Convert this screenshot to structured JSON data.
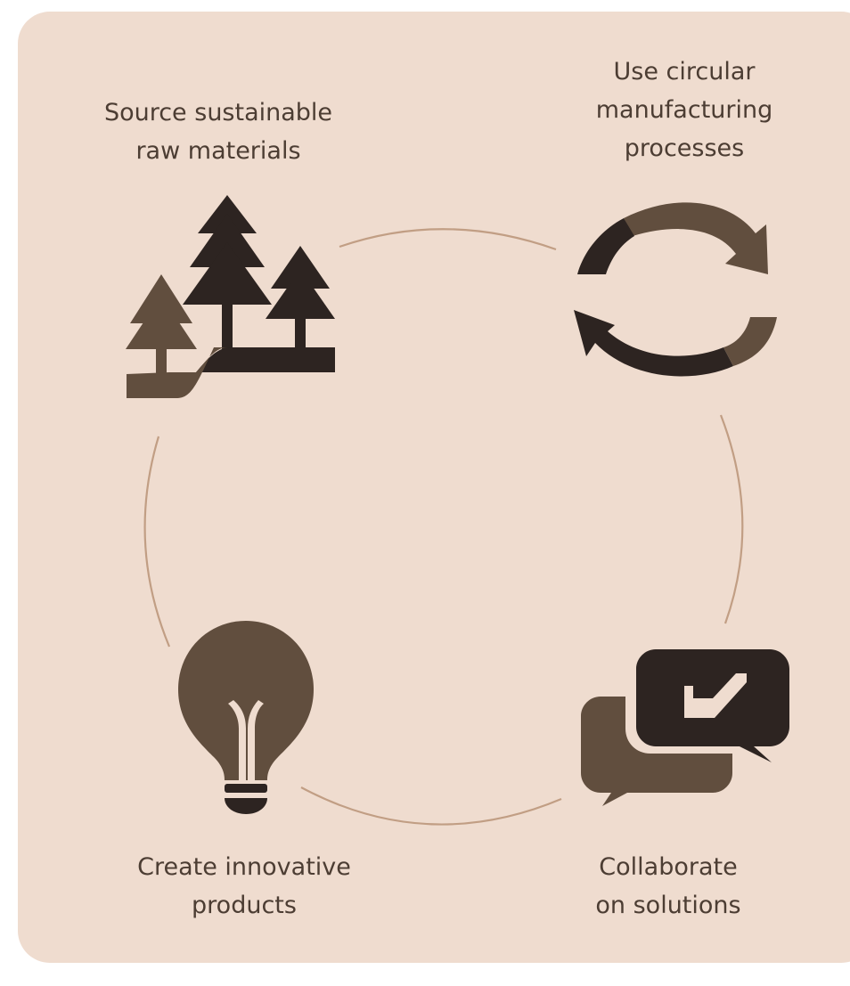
{
  "colors": {
    "background": "#efdccf",
    "ring": "#c19e84",
    "dark": "#2d2421",
    "medium": "#614e3e",
    "text": "#4c3d33"
  },
  "steps": [
    {
      "label": "Source sustainable\nraw materials",
      "icon": "pine-trees-icon"
    },
    {
      "label": "Use circular\nmanufacturing\nprocesses",
      "icon": "recycle-arrows-icon"
    },
    {
      "label": "Collaborate\non solutions",
      "icon": "chat-check-icon"
    },
    {
      "label": "Create innovative\nproducts",
      "icon": "lightbulb-icon"
    }
  ]
}
